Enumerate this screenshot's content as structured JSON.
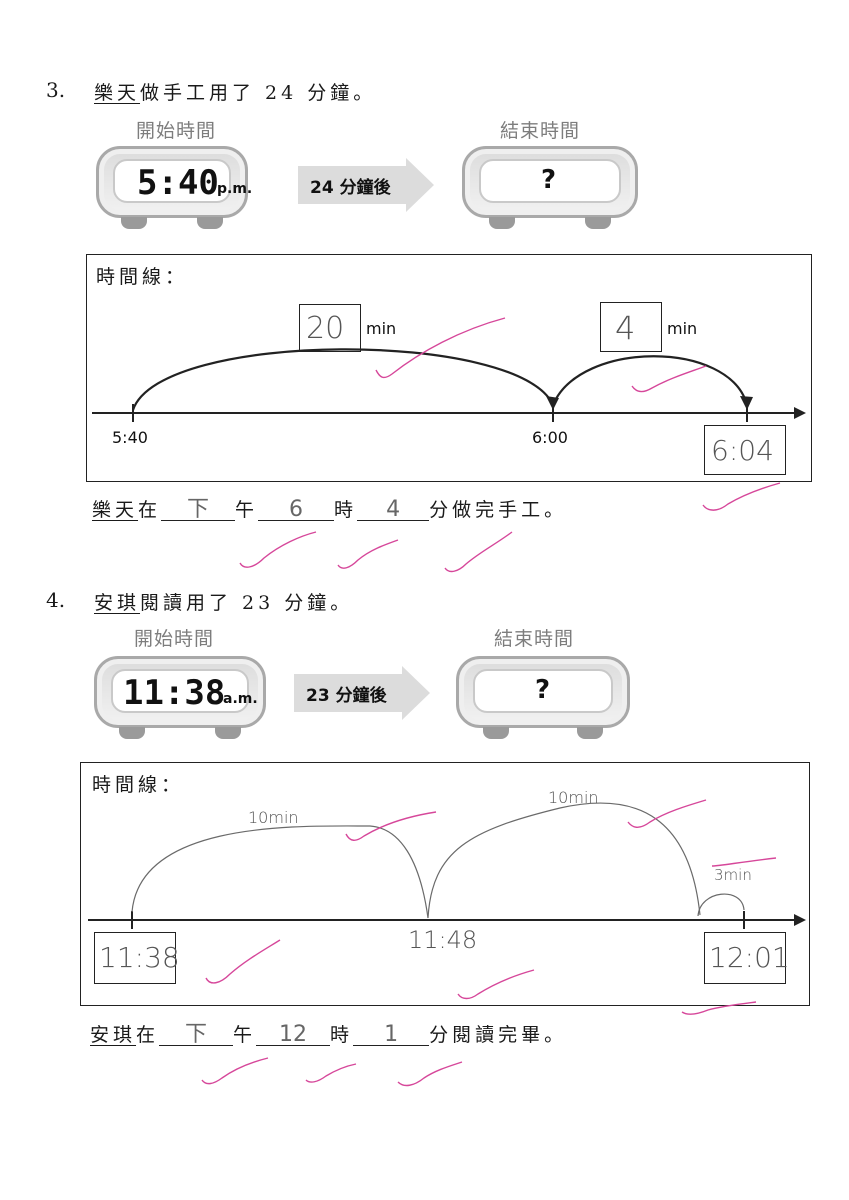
{
  "q3": {
    "number": "3.",
    "name": "樂天",
    "question_rest": "做手工用了 24 分鐘。",
    "start_label": "開始時間",
    "end_label": "結束時間",
    "start_time": "5:40",
    "start_ampm": "p.m.",
    "arrow_text": "24 分鐘後",
    "end_time": "?",
    "timeline_title": "時間線：",
    "jump1_value": "20",
    "jump1_unit": "min",
    "jump2_value": "4",
    "jump2_unit": "min",
    "tick_start": "5:40",
    "tick_mid": "6:00",
    "tick_end": "6:04",
    "answer": {
      "name": "樂天",
      "p1": "在",
      "blank1": "下",
      "p2": "午",
      "blank2": "6",
      "p3": "時",
      "blank3": "4",
      "p4": "分做完手工。"
    }
  },
  "q4": {
    "number": "4.",
    "name": "安琪",
    "question_rest": "閱讀用了 23 分鐘。",
    "start_label": "開始時間",
    "end_label": "結束時間",
    "start_time": "11:38",
    "start_ampm": "a.m.",
    "arrow_text": "23 分鐘後",
    "end_time": "?",
    "timeline_title": "時間線：",
    "jump1_label": "10min",
    "jump2_label": "10min",
    "jump3_label": "3min",
    "tick_start": "11:38",
    "tick_mid": "11:48",
    "tick_end": "12:01",
    "answer": {
      "name": "安琪",
      "p1": "在",
      "blank1": "下",
      "p2": "午",
      "blank2": "12",
      "p3": "時",
      "blank3": "1",
      "p4": "分閱讀完畢。"
    }
  },
  "colors": {
    "check_mark": "#d6479a",
    "handwriting": "#555555"
  }
}
